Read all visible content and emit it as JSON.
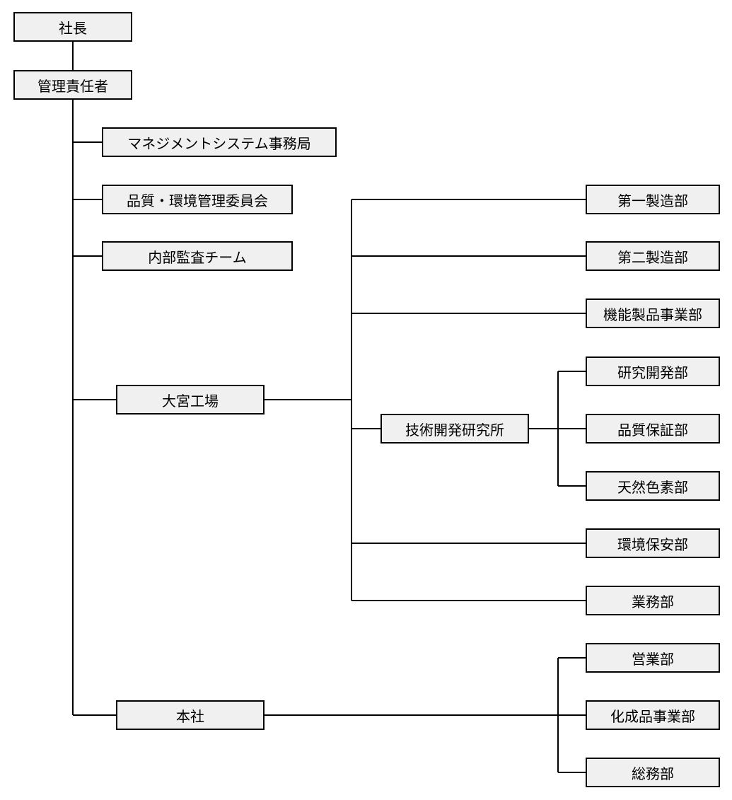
{
  "colors": {
    "box_fill": "#f0f0f0",
    "line": "#000000",
    "background": "#ffffff"
  },
  "nodes": {
    "president": "社長",
    "management_rep": "管理責任者",
    "ms_office": "マネジメントシステム事務局",
    "quality_env_committee": "品質・環境管理委員会",
    "internal_audit_team": "内部監査チーム",
    "omiya_plant": "大宮工場",
    "tech_dev_institute": "技術開発研究所",
    "manufacturing_1": "第一製造部",
    "manufacturing_2": "第二製造部",
    "functional_products": "機能製品事業部",
    "research_dev": "研究開発部",
    "quality_assurance": "品質保証部",
    "natural_colors": "天然色素部",
    "env_safety": "環境保安部",
    "operations": "業務部",
    "head_office": "本社",
    "sales": "営業部",
    "chemical_products": "化成品事業部",
    "general_affairs": "総務部"
  }
}
